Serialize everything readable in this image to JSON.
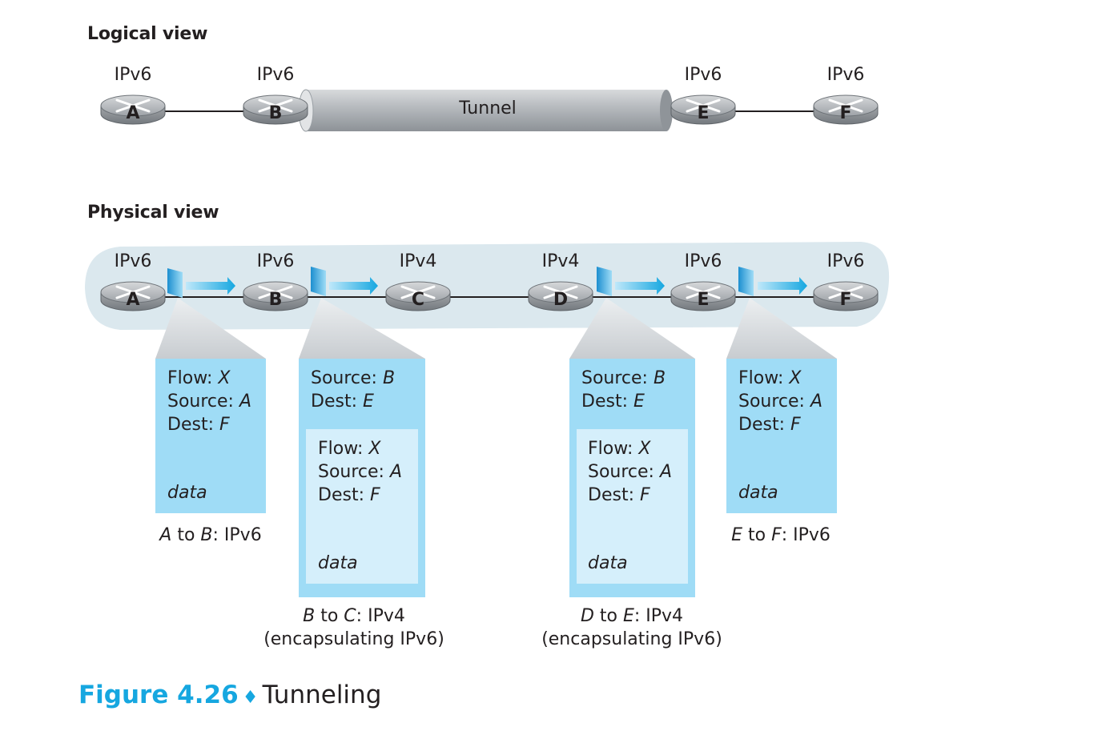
{
  "logical": {
    "title": "Logical view",
    "tunnel_label": "Tunnel",
    "routers": [
      {
        "label": "A",
        "proto": "IPv6"
      },
      {
        "label": "B",
        "proto": "IPv6"
      },
      {
        "label": "E",
        "proto": "IPv6"
      },
      {
        "label": "F",
        "proto": "IPv6"
      }
    ]
  },
  "physical": {
    "title": "Physical view",
    "routers": [
      {
        "label": "A",
        "proto": "IPv6"
      },
      {
        "label": "B",
        "proto": "IPv6"
      },
      {
        "label": "C",
        "proto": "IPv4"
      },
      {
        "label": "D",
        "proto": "IPv4"
      },
      {
        "label": "E",
        "proto": "IPv6"
      },
      {
        "label": "F",
        "proto": "IPv6"
      }
    ]
  },
  "packets": {
    "ab": {
      "lines": [
        [
          "Flow: ",
          "X"
        ],
        [
          "Source: ",
          "A"
        ],
        [
          "Dest: ",
          "F"
        ]
      ],
      "data": "data",
      "caption": {
        "from": "A",
        "to_word": " to ",
        "to": "B",
        "rest": ": IPv6"
      }
    },
    "bc": {
      "outer": [
        [
          "Source: ",
          "B"
        ],
        [
          "Dest: ",
          "E"
        ]
      ],
      "inner": [
        [
          "Flow: ",
          "X"
        ],
        [
          "Source: ",
          "A"
        ],
        [
          "Dest: ",
          "F"
        ]
      ],
      "data": "data",
      "caption": {
        "from": "B",
        "to_word": " to ",
        "to": "C",
        "rest": ": IPv4",
        "line2": "(encapsulating IPv6)"
      }
    },
    "de": {
      "outer": [
        [
          "Source: ",
          "B"
        ],
        [
          "Dest: ",
          "E"
        ]
      ],
      "inner": [
        [
          "Flow: ",
          "X"
        ],
        [
          "Source: ",
          "A"
        ],
        [
          "Dest: ",
          "F"
        ]
      ],
      "data": "data",
      "caption": {
        "from": "D",
        "to_word": " to ",
        "to": "E",
        "rest": ": IPv4",
        "line2": "(encapsulating IPv6)"
      }
    },
    "ef": {
      "lines": [
        [
          "Flow: ",
          "X"
        ],
        [
          "Source: ",
          "A"
        ],
        [
          "Dest: ",
          "F"
        ]
      ],
      "data": "data",
      "caption": {
        "from": "E",
        "to_word": " to ",
        "to": "F",
        "rest": ": IPv6"
      }
    }
  },
  "figure": {
    "number": "Figure 4.26",
    "separator": "♦",
    "title": "Tunneling"
  },
  "colors": {
    "accent": "#16a7e0",
    "packet_outer": "#9fdcf6",
    "packet_inner": "#d5effb",
    "physical_cloud": "#dbe8ee"
  }
}
